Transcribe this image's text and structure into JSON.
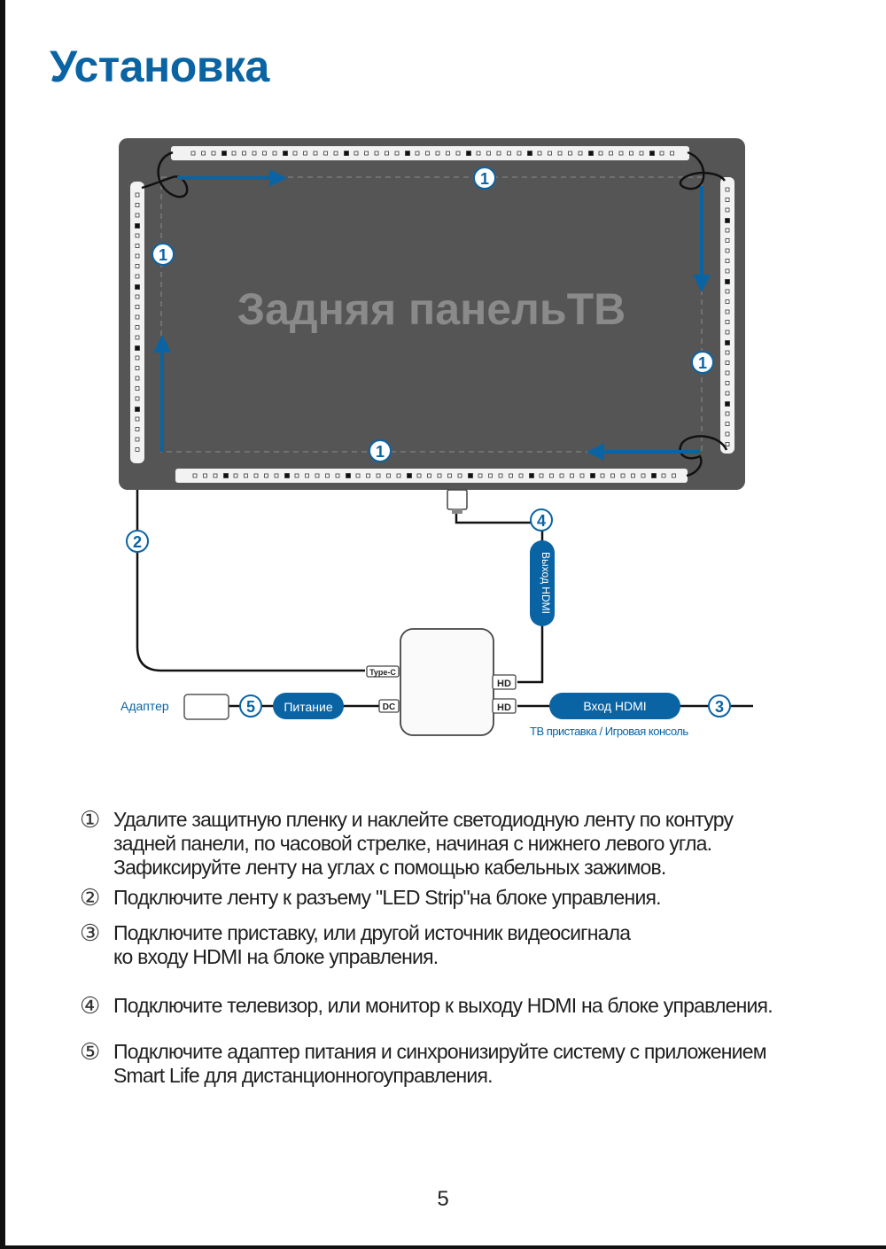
{
  "page": {
    "title": "Установка",
    "page_number": "5"
  },
  "diagram": {
    "panel_label": "Задняя панельТВ",
    "marker_1": "1",
    "marker_2": "2",
    "marker_3": "3",
    "marker_4": "4",
    "marker_5": "5",
    "hdmi_out_label": "Выход HDMI",
    "hdmi_in_label": "Вход HDMI",
    "power_label": "Питание",
    "adapter_label": "Адаптер",
    "source_label": "ТВ приставка / Игровая консоль",
    "port_typec": "Type-C",
    "port_dc": "DC",
    "port_hd_out": "HD",
    "port_hd_in": "HD",
    "accent_color": "#0a64a4"
  },
  "steps": [
    {
      "num": "①",
      "text": "Удалите защитную пленку и наклейте светодиодную ленту по контуру\nзадней панели, по часовой стрелке, начиная с нижнего левого угла.\nЗафиксируйте ленту на углах с помощью кабельных зажимов."
    },
    {
      "num": "②",
      "text": "Подключите ленту к разъему \"LED Strip\"на блоке управления."
    },
    {
      "num": "③",
      "text": "Подключите приставку, или другой источник видеосигнала\nко входу HDMI на блоке управления."
    },
    {
      "num": "④",
      "text": "Подключите телевизор, или монитор к выходу HDMI на блоке управления."
    },
    {
      "num": "⑤",
      "text": "Подключите адаптер питания и синхронизируйте систему с приложением\nSmart Life для дистанционногоуправления."
    }
  ]
}
